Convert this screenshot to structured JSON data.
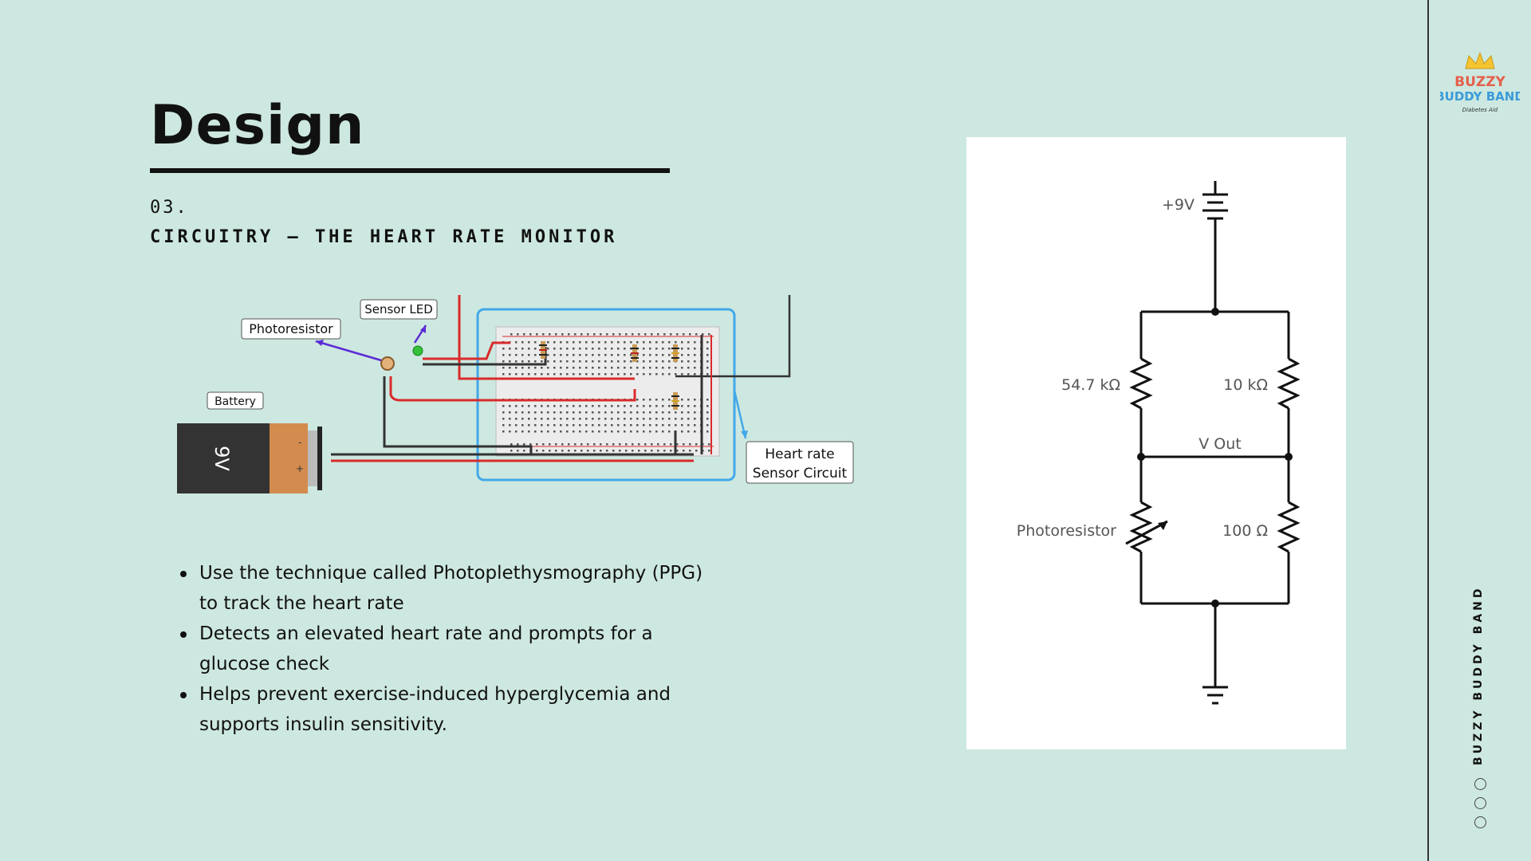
{
  "slide": {
    "title": "Design",
    "section_number": "03.",
    "section_title": "CIRCUITRY – THE HEART RATE MONITOR"
  },
  "breadboard": {
    "labels": {
      "sensor_led": "Sensor LED",
      "photoresistor": "Photoresistor",
      "battery": "Battery",
      "battery_text": "9V",
      "circuit_line1": "Heart rate",
      "circuit_line2": "Sensor Circuit",
      "minus": "-",
      "plus": "+"
    }
  },
  "bullets": [
    "Use the technique called Photoplethysmography (PPG) to track the heart rate",
    "Detects an elevated heart rate and prompts for a glucose check",
    "Helps prevent exercise-induced hyperglycemia and supports insulin sensitivity."
  ],
  "schematic": {
    "supply": "+9V",
    "r1": "54.7 kΩ",
    "r2": "10 kΩ",
    "vout": "V Out",
    "photoresistor": "Photoresistor",
    "r3": "100 Ω"
  },
  "sidebar": {
    "brand_vertical": "BUZZY BUDDY BAND",
    "logo_line1": "BUZZY",
    "logo_line2": "BUDDY BAND",
    "logo_tagline": "Diabetes Aid"
  },
  "colors": {
    "background": "#cde8e0",
    "highlight": "#42a8e8",
    "battery_copper": "#d38b4e",
    "wire_red": "#d92b2b"
  }
}
